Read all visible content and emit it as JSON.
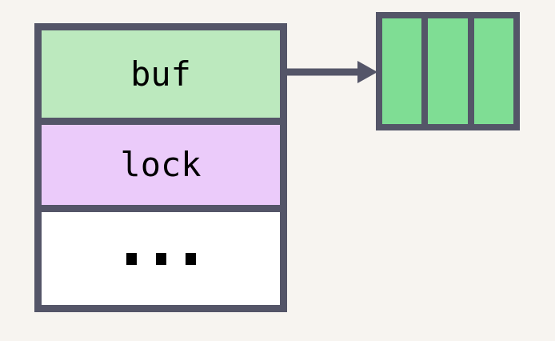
{
  "diagram": {
    "type": "struct-pointer-diagram",
    "background_color": "#f7f4f0",
    "stroke_color": "#545568",
    "text_color": "#000000",
    "struct": {
      "name": "struct-block",
      "fields": [
        {
          "label": "buf",
          "fill": "#bce9be"
        },
        {
          "label": "lock",
          "fill": "#ebcbfa"
        },
        {
          "label": "...",
          "fill": "#ffffff"
        }
      ]
    },
    "pointer": {
      "name": "buf-pointer-arrow",
      "from_field": "buf",
      "direction": "right"
    },
    "buffer": {
      "name": "buffer-block",
      "slot_count": 3,
      "slot_fill": "#7fdd94",
      "slots": [
        "",
        "",
        ""
      ]
    }
  }
}
